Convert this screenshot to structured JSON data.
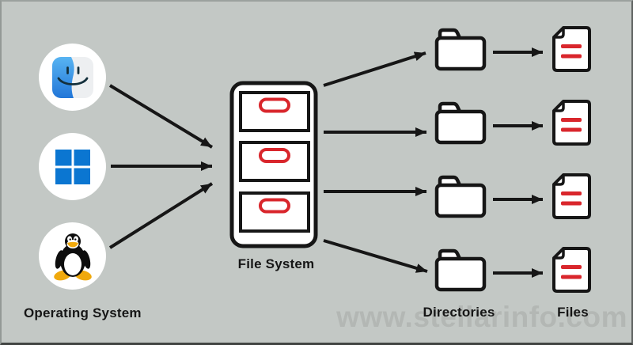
{
  "diagram": {
    "os": {
      "label": "Operating System",
      "icons": [
        "finder-icon",
        "windows-icon",
        "tux-icon"
      ]
    },
    "file_system": {
      "label": "File System",
      "drawer_count": 3
    },
    "directories": {
      "label": "Directories",
      "count": 4
    },
    "files": {
      "label": "Files",
      "count": 4,
      "red_lines_per_file": 2
    },
    "watermark": "www.stellarinfo.com"
  },
  "colors": {
    "background": "#c3c8c5",
    "outline": "#161616",
    "accent-red": "#d9262c",
    "windows-blue": "#0b76d1",
    "finder-blue-top": "#58b4f2",
    "finder-blue-bottom": "#2276d8",
    "finder-face": "#edeff1",
    "tux-yellow": "#f0a90c",
    "circle-white": "#ffffff",
    "watermark-gray": "#b3b7b4"
  }
}
